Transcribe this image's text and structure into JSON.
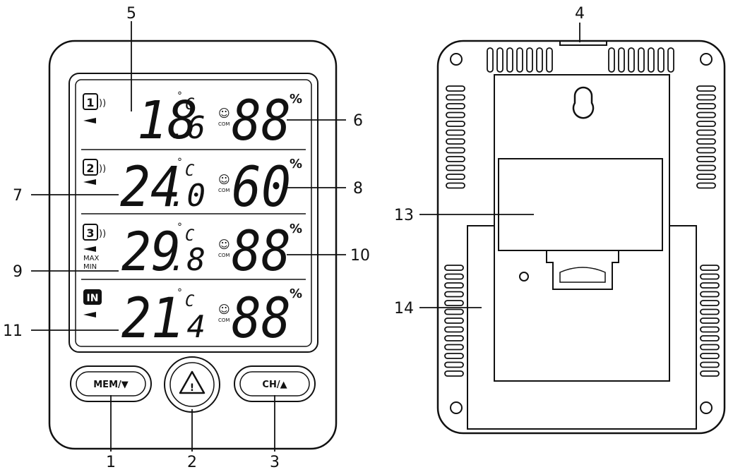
{
  "callouts": {
    "c1": "1",
    "c2": "2",
    "c3": "3",
    "c4": "4",
    "c5": "5",
    "c6": "6",
    "c7": "7",
    "c8": "8",
    "c9": "9",
    "c10": "10",
    "c11": "11",
    "c13": "13",
    "c14": "14"
  },
  "display": {
    "rows": [
      {
        "channel": "1",
        "temp_int": "18",
        "temp_dec": ".6",
        "humidity": "88"
      },
      {
        "channel": "2",
        "temp_int": "24",
        "temp_dec": ".0",
        "humidity": "60"
      },
      {
        "channel": "3",
        "temp_int": "29",
        "temp_dec": ".8",
        "humidity": "88"
      },
      {
        "channel": "IN",
        "temp_int": "21",
        "temp_dec": ".4",
        "humidity": "88"
      }
    ],
    "unit_degree": "°",
    "unit_c": "C",
    "percent": "%",
    "com_label": "COM",
    "max_label": "MAX",
    "min_label": "MIN"
  },
  "buttons": {
    "mem": "MEM/▼",
    "alert": "!",
    "ch": "CH/▲"
  }
}
